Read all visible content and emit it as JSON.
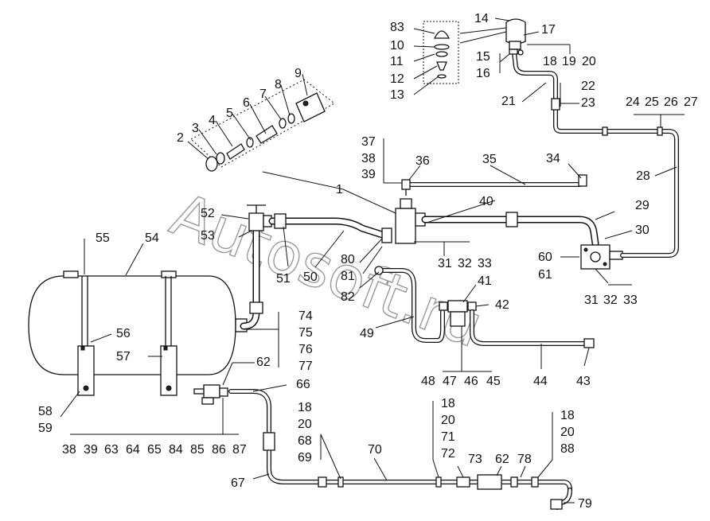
{
  "watermark": "Autosoft.ru",
  "callouts": {
    "c1": "1",
    "c2": "2",
    "c3": "3",
    "c4": "4",
    "c5": "5",
    "c6": "6",
    "c7": "7",
    "c8": "8",
    "c9": "9",
    "c10": "10",
    "c11": "11",
    "c12": "12",
    "c13": "13",
    "c14": "14",
    "c15": "15",
    "c16": "16",
    "c17": "17",
    "c18a": "18",
    "c19a": "19",
    "c20a": "20",
    "c21": "21",
    "c22": "22",
    "c23": "23",
    "c24": "24",
    "c25": "25",
    "c26": "26",
    "c27": "27",
    "c28": "28",
    "c29": "29",
    "c30": "30",
    "c31a": "31",
    "c32a": "32",
    "c33a": "33",
    "c31b": "31",
    "c32b": "32",
    "c33b": "33",
    "c34": "34",
    "c35": "35",
    "c36": "36",
    "c37": "37",
    "c38a": "38",
    "c39a": "39",
    "c40": "40",
    "c41": "41",
    "c42": "42",
    "c43": "43",
    "c44": "44",
    "c45": "45",
    "c46": "46",
    "c47": "47",
    "c48": "48",
    "c49": "49",
    "c50": "50",
    "c51": "51",
    "c52": "52",
    "c53": "53",
    "c54": "54",
    "c55": "55",
    "c56": "56",
    "c57": "57",
    "c58": "58",
    "c59": "59",
    "c60": "60",
    "c61": "61",
    "c62a": "62",
    "c62b": "62",
    "c66": "66",
    "c67": "67",
    "c70": "70",
    "c73": "73",
    "c74": "74",
    "c75": "75",
    "c76": "76",
    "c77": "77",
    "c78": "78",
    "c79": "79",
    "c80": "80",
    "c81": "81",
    "c82": "82",
    "c83": "83",
    "c18b": "18",
    "c20b": "20",
    "c68": "68",
    "c69": "69",
    "c18c": "18",
    "c20c": "20",
    "c71": "71",
    "c72": "72",
    "c18d": "18",
    "c20d": "20",
    "c88": "88"
  },
  "bottom_row": [
    "38",
    "39",
    "63",
    "64",
    "65",
    "84",
    "85",
    "86",
    "87"
  ]
}
